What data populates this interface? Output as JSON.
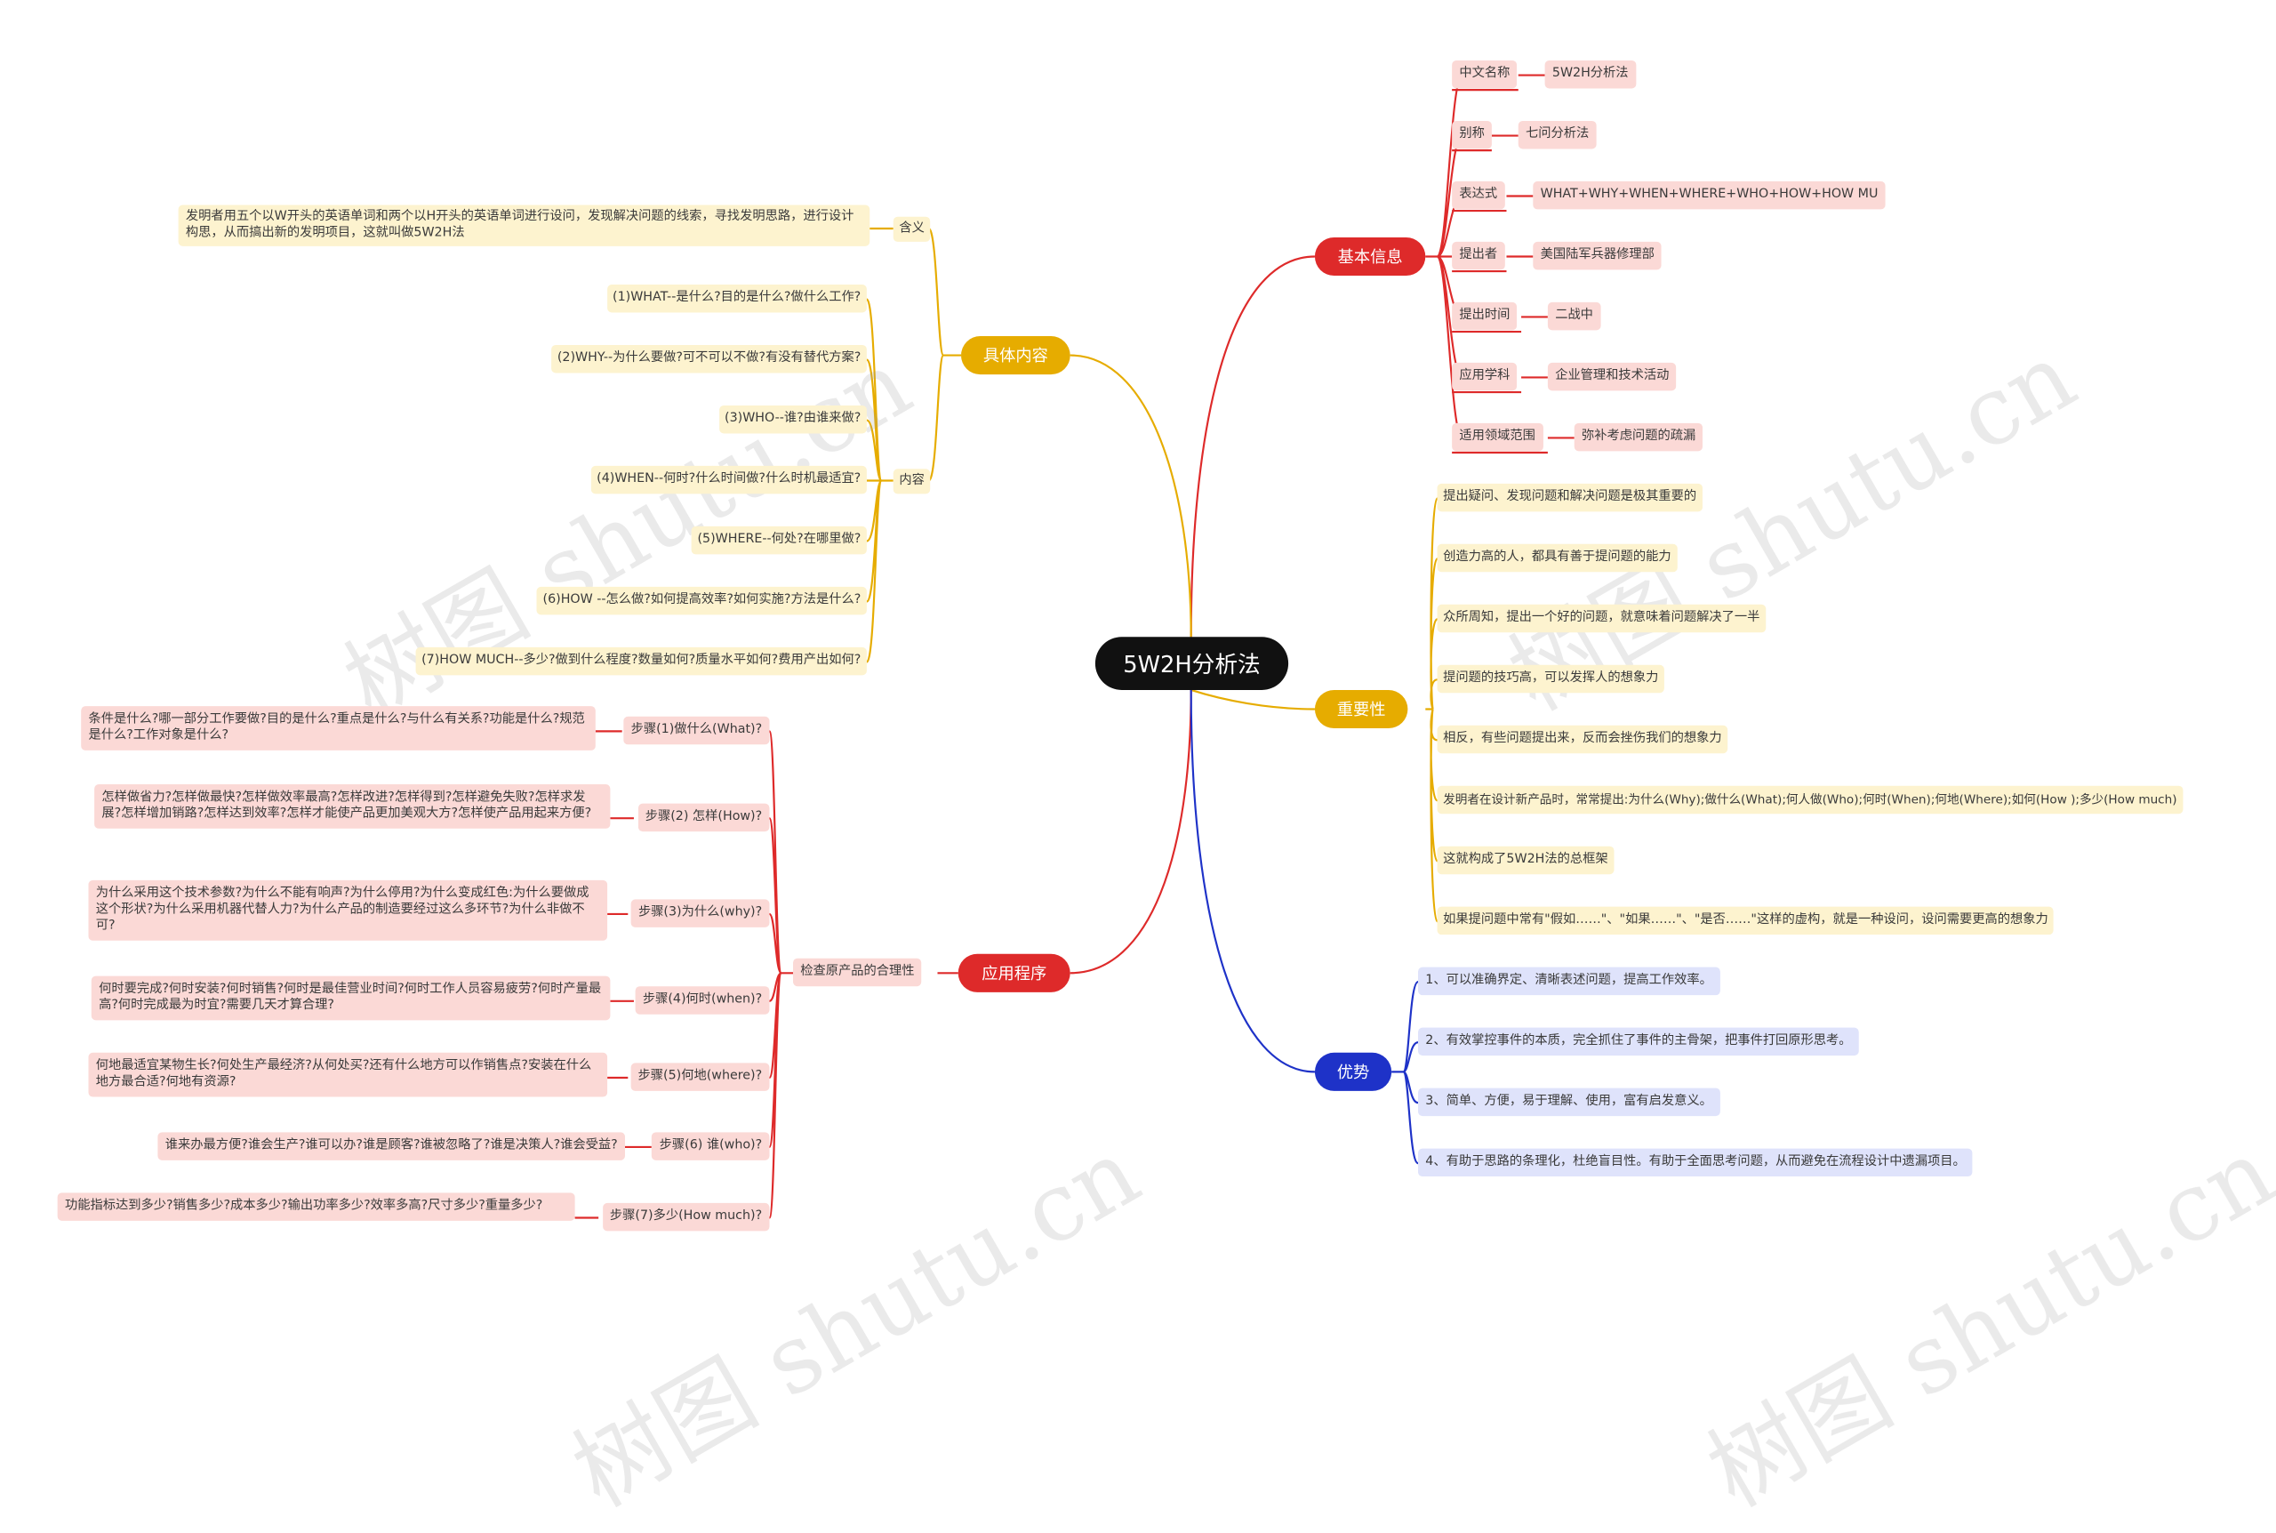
{
  "center": "5W2H分析法",
  "watermark": "树图 shutu.cn",
  "colors": {
    "basic": "#de2a2a",
    "content": "#e6ac00",
    "importance": "#e6ac00",
    "app": "#de2a2a",
    "advantage": "#1e32c8"
  },
  "basic_info": {
    "title": "基本信息",
    "items": [
      {
        "label": "中文名称",
        "value": "5W2H分析法"
      },
      {
        "label": "别称",
        "value": "七问分析法"
      },
      {
        "label": "表达式",
        "value": "WHAT+WHY+WHEN+WHERE+WHO+HOW+HOW MU"
      },
      {
        "label": "提出者",
        "value": "美国陆军兵器修理部"
      },
      {
        "label": "提出时间",
        "value": "二战中"
      },
      {
        "label": "应用学科",
        "value": "企业管理和技术活动"
      },
      {
        "label": "适用领域范围",
        "value": "弥补考虑问题的疏漏"
      }
    ]
  },
  "content": {
    "title": "具体内容",
    "meaning_label": "含义",
    "meaning_text": "发明者用五个以W开头的英语单词和两个以H开头的英语单词进行设问，发现解决问题的线索，寻找发明思路，进行设计构思，从而搞出新的发明项目，这就叫做5W2H法",
    "detail_label": "内容",
    "details": [
      "(1)WHAT--是什么?目的是什么?做什么工作?",
      "(2)WHY--为什么要做?可不可以不做?有没有替代方案?",
      "(3)WHO--谁?由谁来做?",
      "(4)WHEN--何时?什么时间做?什么时机最适宜?",
      "(5)WHERE--何处?在哪里做?",
      "(6)HOW --怎么做?如何提高效率?如何实施?方法是什么?",
      "(7)HOW MUCH--多少?做到什么程度?数量如何?质量水平如何?费用产出如何?"
    ]
  },
  "importance": {
    "title": "重要性",
    "items": [
      "提出疑问、发现问题和解决问题是极其重要的",
      "创造力高的人，都具有善于提问题的能力",
      "众所周知，提出一个好的问题，就意味着问题解决了一半",
      "提问题的技巧高，可以发挥人的想象力",
      "相反，有些问题提出来，反而会挫伤我们的想象力",
      "发明者在设计新产品时，常常提出:为什么(Why);做什么(What);何人做(Who);何时(When);何地(Where);如何(How );多少(How much)",
      "这就构成了5W2H法的总框架",
      "如果提问题中常有\"假如……\"、\"如果……\"、\"是否……\"这样的虚构，就是一种设问，设问需要更高的想象力"
    ]
  },
  "application": {
    "title": "应用程序",
    "sub": "检查原产品的合理性",
    "steps": [
      {
        "label": "步骤(1)做什么(What)?",
        "text": "条件是什么?哪一部分工作要做?目的是什么?重点是什么?与什么有关系?功能是什么?规范是什么?工作对象是什么?"
      },
      {
        "label": "步骤(2) 怎样(How)?",
        "text": "怎样做省力?怎样做最快?怎样做效率最高?怎样改进?怎样得到?怎样避免失败?怎样求发展?怎样增加销路?怎样达到效率?怎样才能使产品更加美观大方?怎样使产品用起来方便?"
      },
      {
        "label": "步骤(3)为什么(why)?",
        "text": "为什么采用这个技术参数?为什么不能有响声?为什么停用?为什么变成红色:为什么要做成这个形状?为什么采用机器代替人力?为什么产品的制造要经过这么多环节?为什么非做不可?"
      },
      {
        "label": "步骤(4)何时(when)?",
        "text": "何时要完成?何时安装?何时销售?何时是最佳营业时间?何时工作人员容易疲劳?何时产量最高?何时完成最为时宜?需要几天才算合理?"
      },
      {
        "label": "步骤(5)何地(where)?",
        "text": "何地最适宜某物生长?何处生产最经济?从何处买?还有什么地方可以作销售点?安装在什么地方最合适?何地有资源?"
      },
      {
        "label": "步骤(6) 谁(who)?",
        "text": "谁来办最方便?谁会生产?谁可以办?谁是顾客?谁被忽略了?谁是决策人?谁会受益?"
      },
      {
        "label": "步骤(7)多少(How much)?",
        "text": "功能指标达到多少?销售多少?成本多少?输出功率多少?效率多高?尺寸多少?重量多少?"
      }
    ]
  },
  "advantages": {
    "title": "优势",
    "items": [
      "1、可以准确界定、清晰表述问题，提高工作效率。",
      "2、有效掌控事件的本质，完全抓住了事件的主骨架，把事件打回原形思考。",
      "3、简单、方便，易于理解、使用，富有启发意义。",
      "4、有助于思路的条理化，杜绝盲目性。有助于全面思考问题，从而避免在流程设计中遗漏项目。"
    ]
  }
}
